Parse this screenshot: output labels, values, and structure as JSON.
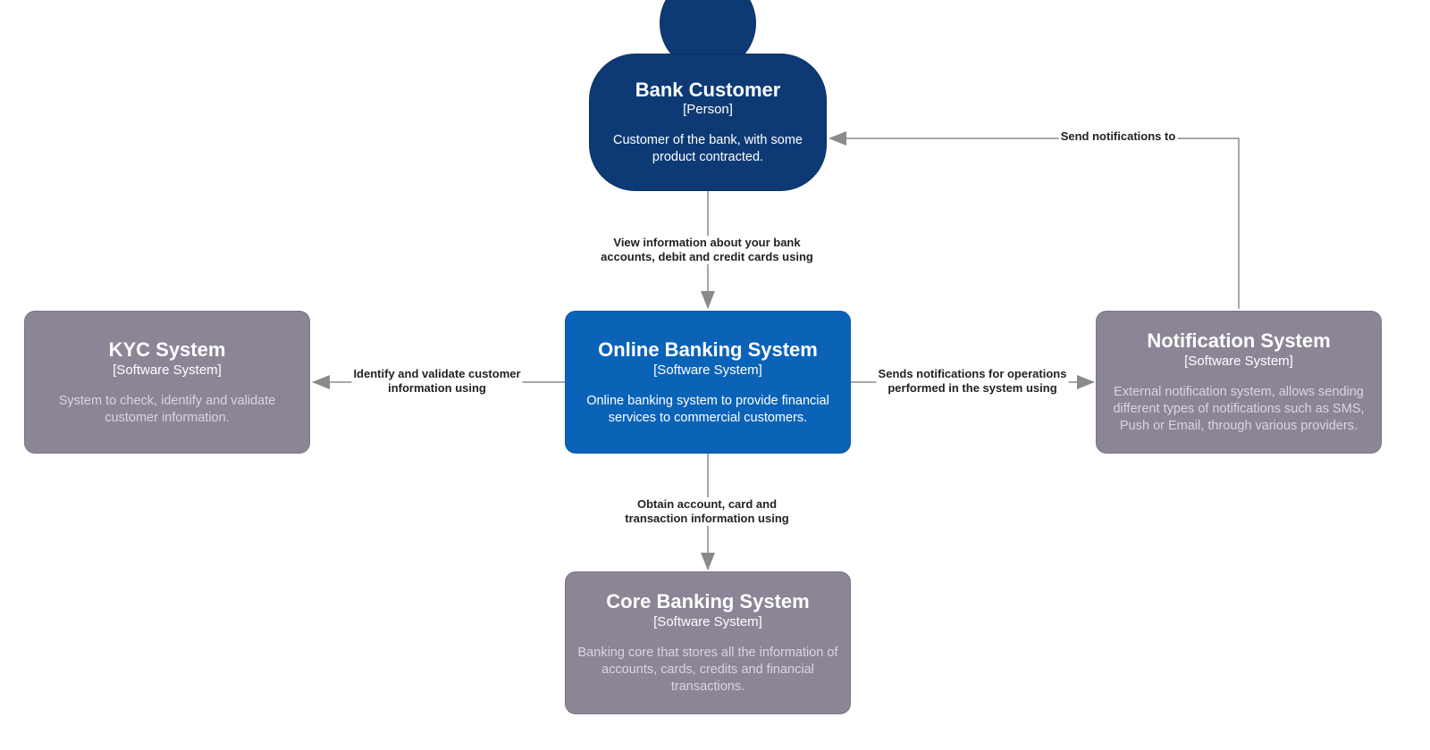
{
  "nodes": {
    "bank_customer": {
      "name": "Bank Customer",
      "type": "[Person]",
      "description": "Customer of the bank, with some product contracted."
    },
    "kyc_system": {
      "name": "KYC System",
      "type": "[Software System]",
      "description": "System to check, identify and validate customer information."
    },
    "online_banking_system": {
      "name": "Online Banking System",
      "type": "[Software System]",
      "description": "Online banking system to provide financial services to commercial customers."
    },
    "notification_system": {
      "name": "Notification System",
      "type": "[Software System]",
      "description": "External notification system, allows sending different types of notifications such as SMS, Push or Email, through various providers."
    },
    "core_banking_system": {
      "name": "Core Banking System",
      "type": "[Software System]",
      "description": "Banking core that stores all the information of accounts, cards, credits and financial transactions."
    }
  },
  "edges": {
    "customer_to_online": "View information about your bank\naccounts, debit and credit cards using",
    "online_to_kyc": "Identify and validate customer\ninformation using",
    "online_to_notification": "Sends notifications for operations\nperformed in the system using",
    "online_to_core": "Obtain account, card and\ntransaction information using",
    "notification_to_customer": "Send notifications to"
  },
  "colors": {
    "person": "#0d3a75",
    "internal_system": "#0b63b7",
    "external_system": "#8c8596",
    "edge_line": "#8a8a8a"
  }
}
